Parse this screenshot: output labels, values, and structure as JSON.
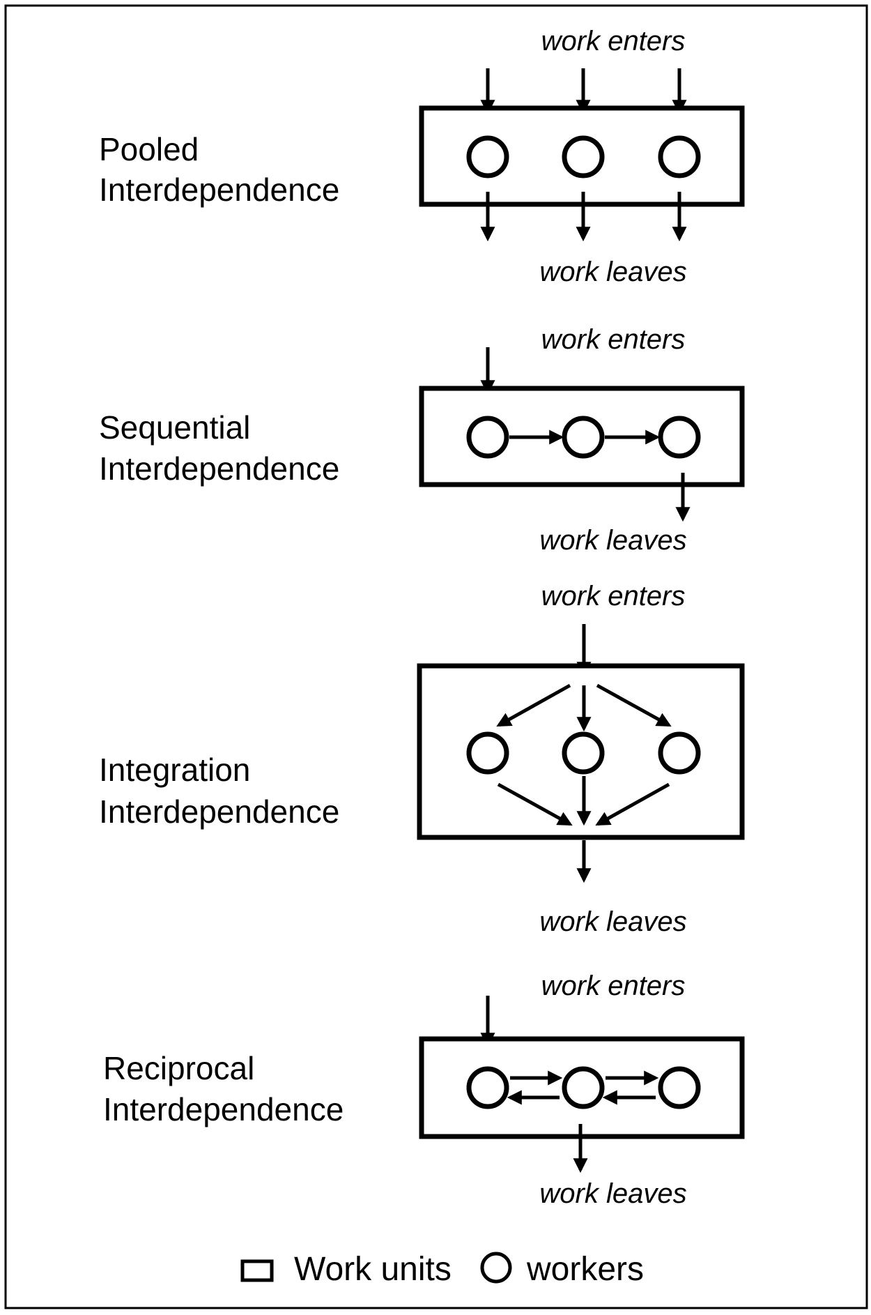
{
  "panels": [
    {
      "title_line1": "Pooled",
      "title_line2": "Interdependence",
      "enters": "work enters",
      "leaves": "work leaves"
    },
    {
      "title_line1": "Sequential",
      "title_line2": "Interdependence",
      "enters": "work enters",
      "leaves": "work leaves"
    },
    {
      "title_line1": "Integration",
      "title_line2": "Interdependence",
      "enters": "work enters",
      "leaves": "work leaves"
    },
    {
      "title_line1": "Reciprocal",
      "title_line2": "Interdependence",
      "enters": "work enters",
      "leaves": "work leaves"
    }
  ],
  "legend": {
    "work_units_label": "Work units",
    "workers_label": "workers"
  }
}
